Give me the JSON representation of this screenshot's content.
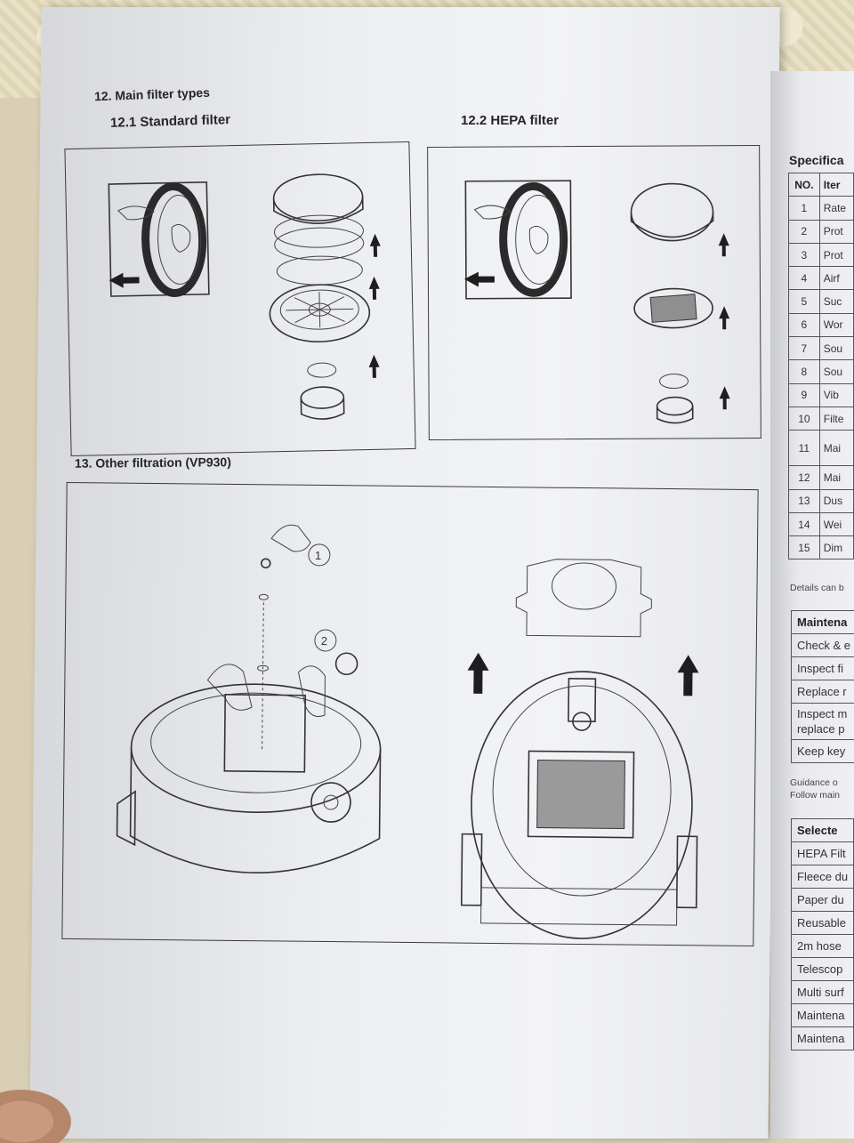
{
  "headings": {
    "section12": "12. Main filter types",
    "standard": "12.1 Standard filter",
    "hepa": "12.2 HEPA filter",
    "section13": "13. Other filtration (VP930)"
  },
  "step_markers": [
    "1",
    "2"
  ],
  "specifications": {
    "title": "Specifica",
    "header": [
      "NO.",
      "Iter"
    ],
    "rows": [
      [
        "1",
        "Rate"
      ],
      [
        "2",
        "Prot"
      ],
      [
        "3",
        "Prot"
      ],
      [
        "4",
        "Airf"
      ],
      [
        "5",
        "Suc"
      ],
      [
        "6",
        "Wor"
      ],
      [
        "7",
        "Sou"
      ],
      [
        "8",
        "Sou"
      ],
      [
        "9",
        "Vib"
      ],
      [
        "10",
        "Filte"
      ],
      [
        "11",
        "Mai"
      ],
      [
        "12",
        "Mai"
      ],
      [
        "13",
        "Dus"
      ],
      [
        "14",
        "Wei"
      ],
      [
        "15",
        "Dim"
      ]
    ],
    "note": "Details can b"
  },
  "maintenance": {
    "header": "Maintena",
    "rows": [
      "Check & e",
      "Inspect fi",
      "Replace r",
      "Inspect m",
      "replace p",
      "Keep key"
    ],
    "notes": [
      "Guidance o",
      "Follow main"
    ]
  },
  "selected": {
    "header": "Selecte",
    "rows": [
      "HEPA Filt",
      "Fleece du",
      "Paper du",
      "Reusable",
      "2m hose",
      "Telescop",
      "Multi surf",
      "Maintena",
      "Maintena"
    ]
  }
}
